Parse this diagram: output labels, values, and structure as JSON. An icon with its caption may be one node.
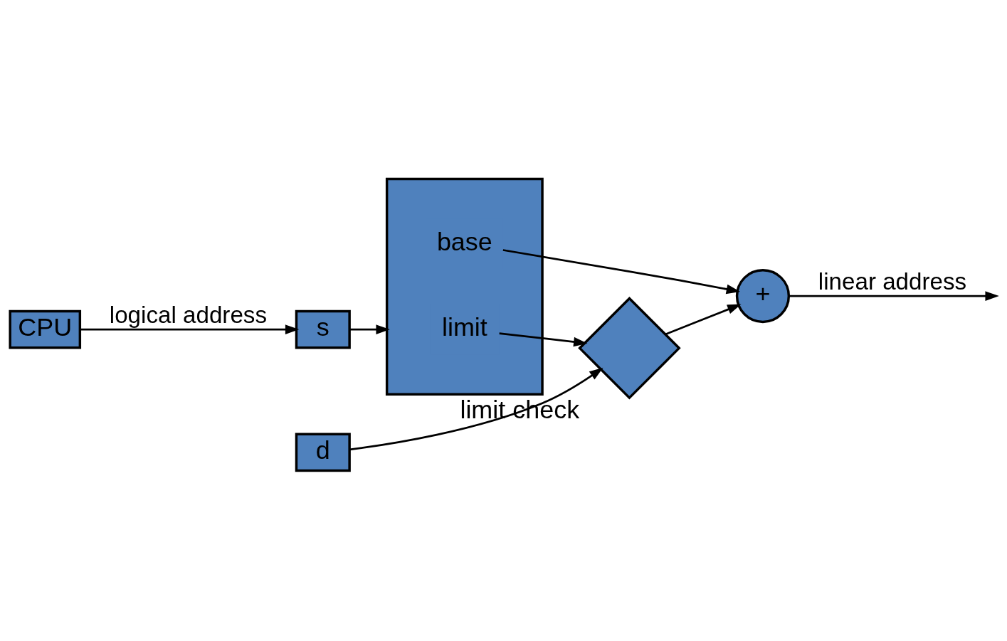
{
  "diagram": {
    "nodes": [
      {
        "text": [
          "CPU"
        ]
      },
      {
        "text": [
          "s"
        ]
      },
      {
        "text": [
          "d"
        ]
      },
      {
        "text": [],
        "shape": "box"
      },
      {
        "text": [
          "limit"
        ],
        "in": 3
      },
      {
        "text": [
          "base"
        ],
        "in": 3
      },
      {
        "text": [],
        "shape": "diamond",
        "beside": [
          "limit check"
        ]
      },
      {
        "text": [
          "+"
        ]
      }
    ],
    "edges": [
      {
        "from": 0,
        "to": 1,
        "arrow": "to",
        "label": "logical address"
      },
      {
        "from": 1,
        "to": 3,
        "arrow": "to"
      },
      {
        "from": 4,
        "to": 6,
        "arrow": "to"
      },
      {
        "from": 2,
        "to": 6,
        "arrow": "to"
      },
      {
        "from": 5,
        "to": 7,
        "arrow": "to"
      },
      {
        "from": 6,
        "to": 7,
        "arrow": "to"
      },
      {
        "from": 7,
        "to": null,
        "arrow": "to",
        "label": "linear address"
      }
    ]
  }
}
